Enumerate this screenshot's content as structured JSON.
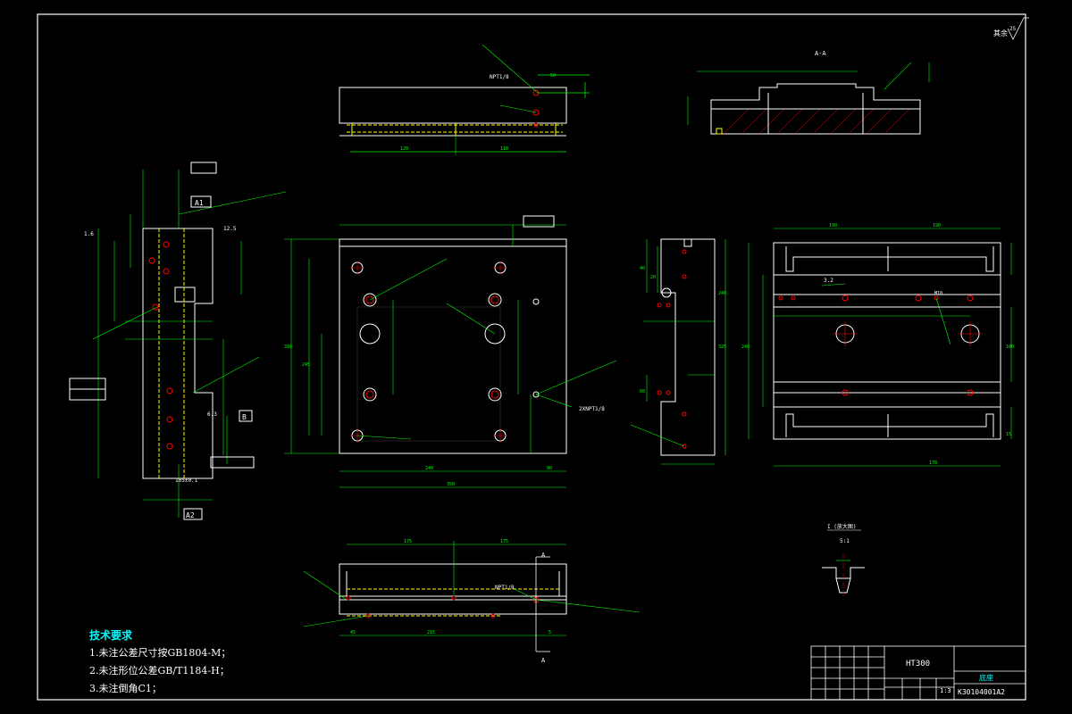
{
  "colors": {
    "background": "#000000",
    "outline": "#ffffff",
    "dimension": "#00ff00",
    "hidden": "#ffff00",
    "center": "#ff0000",
    "annotation": "#00ffff",
    "text": "#ffffff"
  },
  "roughness_mark": {
    "symbol": "√",
    "label": "其余",
    "value": "25"
  },
  "section_title": "A-A",
  "detail_title": "I (放大图)",
  "detail_scale": "5:1",
  "views": {
    "top": {
      "thread_label": "NPT1/8",
      "dims": [
        "120",
        "110",
        "50"
      ]
    },
    "left": {
      "datum_a1": "A1",
      "datum_a2": "A2",
      "datum_b": "B",
      "dims": [
        "105±0.1",
        "1.6",
        "6.3",
        "12.5"
      ]
    },
    "front": {
      "thread_label": "2XNPT1/8",
      "dims": [
        "240",
        "350",
        "90",
        "310",
        "245"
      ]
    },
    "right": {
      "dims": [
        "40",
        "20",
        "60",
        "325",
        "240"
      ]
    },
    "far_right": {
      "dims": [
        "190",
        "190",
        "240",
        "3.2",
        "M10",
        "178",
        "100",
        "15"
      ]
    },
    "bottom": {
      "thread_label": "NPT1/8",
      "section_mark": "A",
      "dims": [
        "175",
        "175",
        "45",
        "215",
        "5"
      ]
    }
  },
  "tech_notes": {
    "heading": "技术要求",
    "items": [
      "1.未注公差尺寸按GB1804-M；",
      "2.未注形位公差GB/T1184-H；",
      "3.未注倒角C1；"
    ]
  },
  "title_block": {
    "material": "HT300",
    "part_name": "底座",
    "drawing_number": "K30104001A2",
    "scale": "1:3"
  }
}
